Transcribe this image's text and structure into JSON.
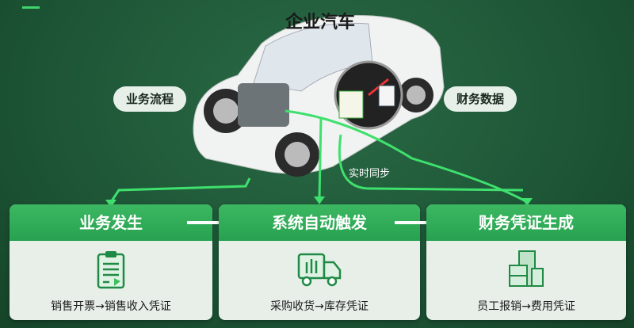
{
  "title": "企业汽车",
  "labels": {
    "left": "业务流程",
    "right": "财务数据",
    "sync": "实时同步"
  },
  "steps": [
    {
      "title": "业务发生",
      "example": "销售开票→销售收入凭证",
      "icon": "clipboard-icon"
    },
    {
      "title": "系统自动触发",
      "example": "采购收货→库存凭证",
      "icon": "truck-icon"
    },
    {
      "title": "财务凭证生成",
      "example": "员工报销→费用凭证",
      "icon": "document-stack-icon"
    }
  ],
  "colors": {
    "accent": "#2bb257",
    "background": "#1d5536"
  }
}
